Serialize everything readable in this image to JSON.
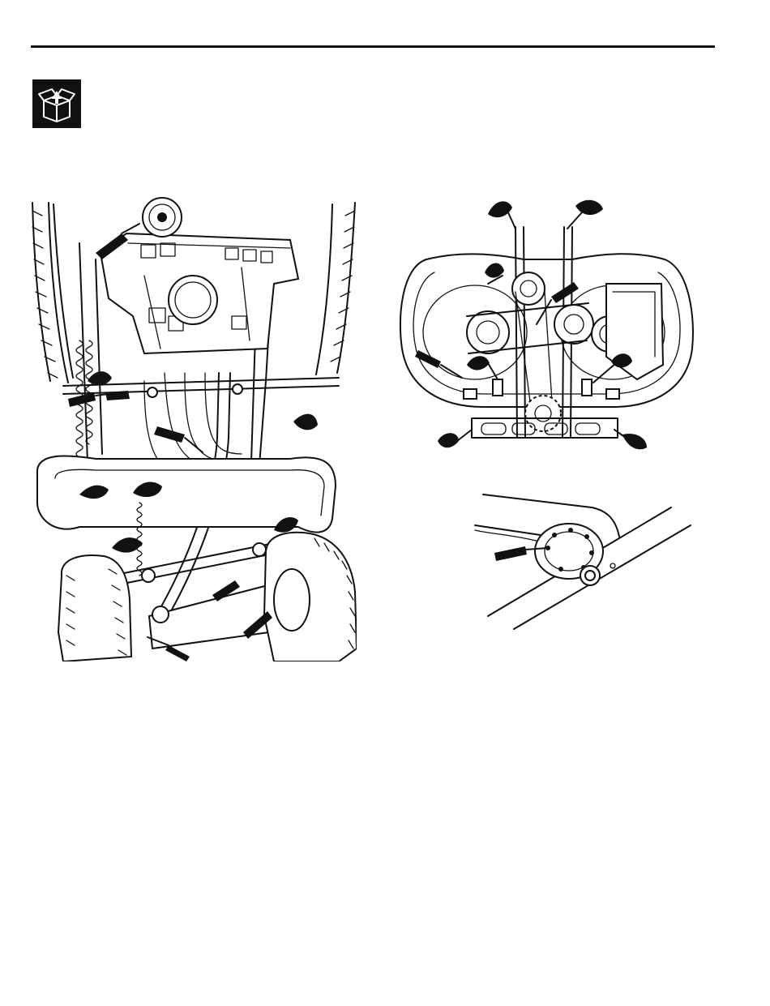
{
  "page": {
    "header_rule": true,
    "section_icon": "open-box-lubrication-icon"
  },
  "illustrations": [
    {
      "id": "chassis-underside",
      "callout_icons": [
        "oil-drop-icon",
        "grease-gun-icon"
      ]
    },
    {
      "id": "mower-deck-top",
      "callout_icons": [
        "oil-drop-icon",
        "grease-gun-icon"
      ]
    },
    {
      "id": "blade-spindle",
      "callout_icons": [
        "grease-gun-icon"
      ]
    }
  ],
  "colors": {
    "ink": "#111111",
    "paper": "#ffffff"
  }
}
